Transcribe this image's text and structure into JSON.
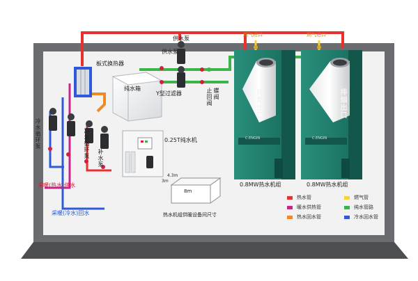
{
  "labels": {
    "plate_heat_exchanger": "板式换热器",
    "supply_pump_top": "供水泵",
    "supply_pump_mid": "供水泵",
    "pure_water_tank": "纯水箱",
    "y_filter": "Y型过滤器",
    "gate_valve": "蝶阀",
    "check_valve": "止回阀",
    "pure_water_machine": "0.25T纯水机",
    "chilled_circ_pump": "冷水循环泵",
    "hot_circ_pump": "冷水循环泵",
    "makeup_pump": "补水泵",
    "heating_supply": "采暖(热水)供水",
    "heating_return": "采暖(冷水)回水",
    "exhaust_1": "排烟出口",
    "exhaust_2": "排烟出口",
    "unit_1": "0.8MW热水机组",
    "unit_2": "0.8MW热水机组",
    "gas_inlet_1": "燃气进口",
    "gas_inlet_2": "燃气进口",
    "room_size": "热水机组供暖设备间尺寸",
    "dim_w": "3m",
    "dim_h": "4.3m",
    "dim_l": "8m",
    "brand": "C.ENGIN"
  },
  "legend": [
    {
      "label": "热水管",
      "color": "#e8312f"
    },
    {
      "label": "燃气管",
      "color": "#f3d23a"
    },
    {
      "label": "暖水供热管",
      "color": "#c4268c"
    },
    {
      "label": "纯水管路",
      "color": "#3cb44b"
    },
    {
      "label": "热水回水管",
      "color": "#f08a24"
    },
    {
      "label": "冷水回水管",
      "color": "#2f59d8"
    }
  ],
  "colors": {
    "floor": "#6b6c6f",
    "floor_inner": "#f2f2f2",
    "unit_body": "#1f7d6b",
    "unit_dark": "#13564a",
    "hot_pipe": "#e8312f",
    "gas_pipe": "#f3d23a",
    "pure_pipe": "#3cb44b",
    "return_pipe": "#2f59d8",
    "heating_supply_pipe": "#c4268c",
    "hot_return_pipe": "#f08a24"
  }
}
